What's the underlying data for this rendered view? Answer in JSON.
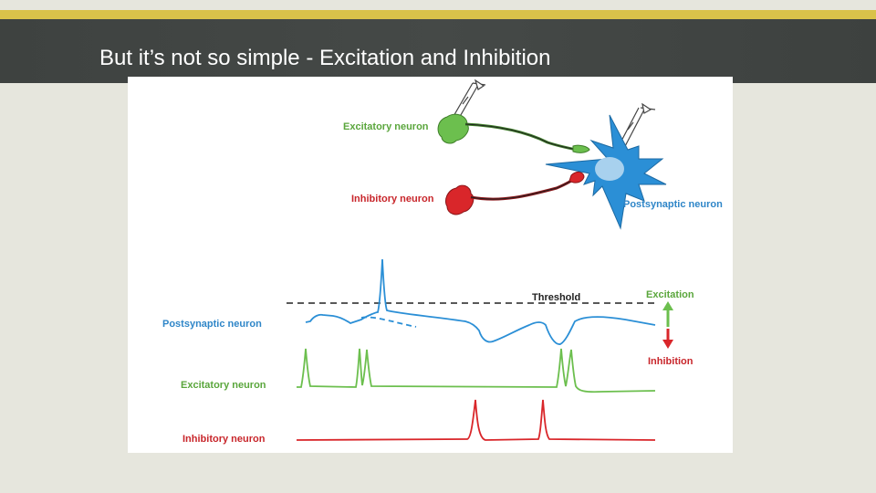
{
  "slide": {
    "title": "But it’s not so simple - Excitation and Inhibition"
  },
  "diagram": {
    "top_labels": {
      "excitatory_neuron": "Excitatory neuron",
      "inhibitory_neuron": "Inhibitory neuron",
      "postsynaptic_neuron": "Postsynaptic neuron"
    },
    "trace_labels": {
      "postsynaptic_neuron": "Postsynaptic neuron",
      "excitatory_neuron": "Excitatory neuron",
      "inhibitory_neuron": "Inhibitory neuron"
    },
    "threshold_label": "Threshold",
    "excitation_label": "Excitation",
    "inhibition_label": "Inhibition"
  },
  "colors": {
    "accent_bar": "#d9c24a",
    "header_bg": "#424644",
    "slide_bg": "#e6e6dd",
    "excitatory": "#6cbf4e",
    "inhibitory": "#d9262a",
    "postsynaptic": "#2b8fd6",
    "label_excitatory": "#5aa63c",
    "label_inhibitory": "#c8262b",
    "label_postsynaptic": "#2f86c8"
  }
}
